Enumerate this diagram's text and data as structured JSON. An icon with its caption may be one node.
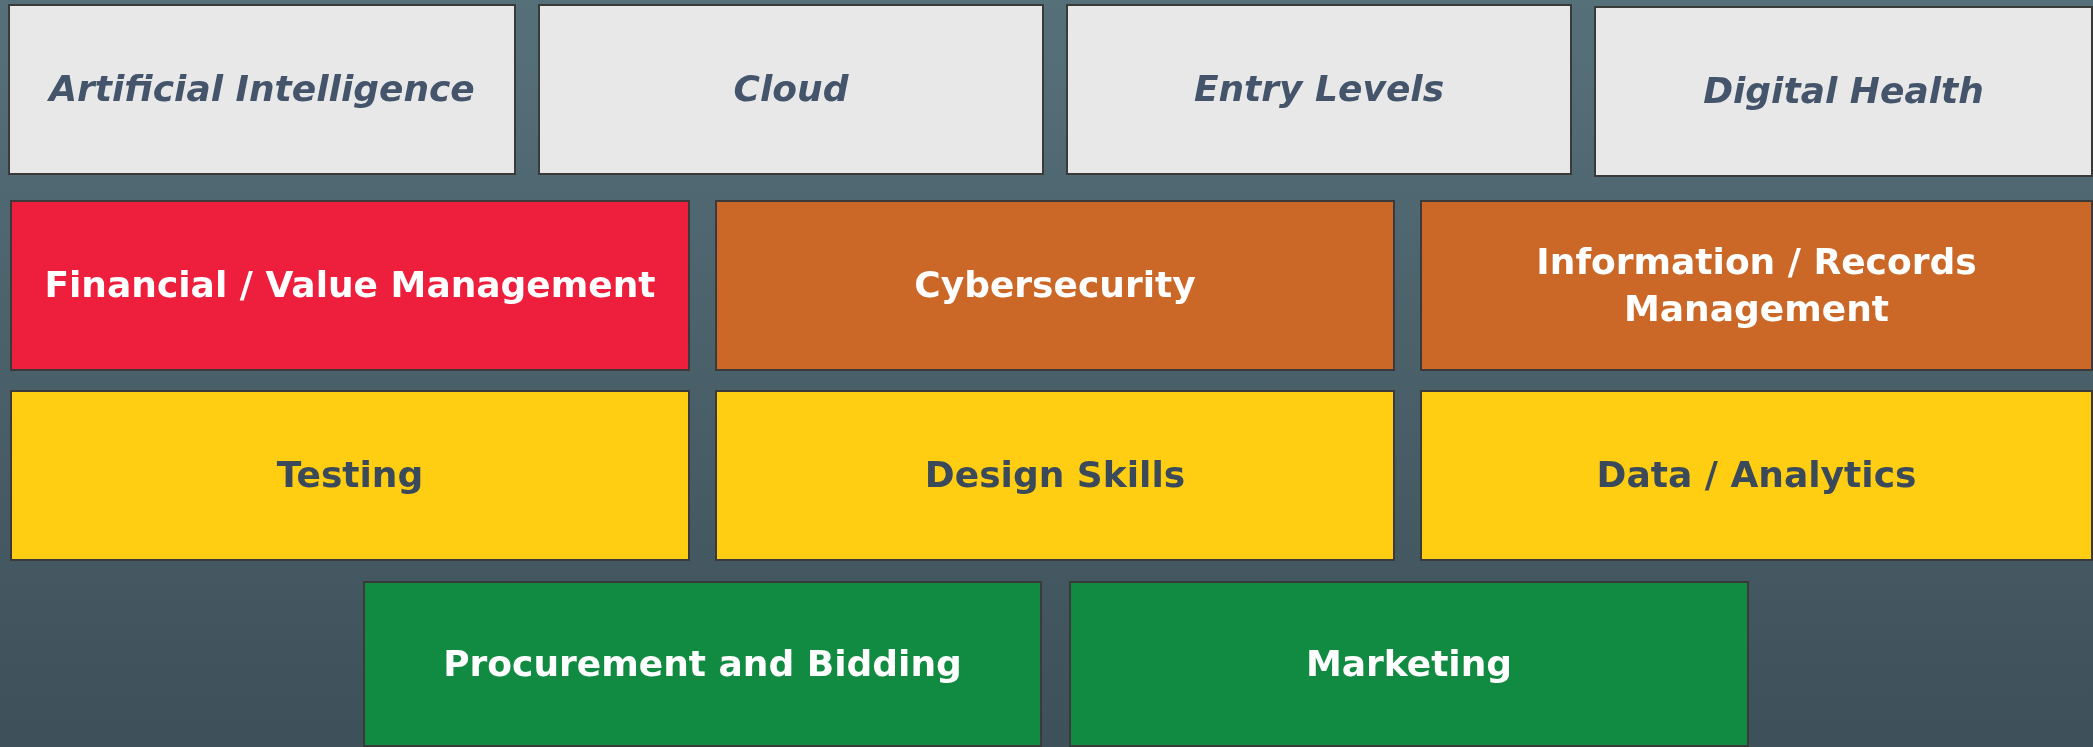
{
  "diagram": {
    "nodes": [
      {
        "text": [
          "Artificial Intelligence"
        ]
      },
      {
        "text": [
          "Cloud"
        ]
      },
      {
        "text": [
          "Entry Levels"
        ]
      },
      {
        "text": [
          "Digital Health"
        ]
      },
      {
        "text": [
          "Financial / Value Management"
        ]
      },
      {
        "text": [
          "Cybersecurity"
        ]
      },
      {
        "text": [
          "Information / Records Management"
        ]
      },
      {
        "text": [
          "Testing"
        ]
      },
      {
        "text": [
          "Design Skills"
        ]
      },
      {
        "text": [
          "Data / Analytics"
        ]
      },
      {
        "text": [
          "Procurement and Bidding"
        ]
      },
      {
        "text": [
          "Marketing"
        ]
      }
    ]
  }
}
